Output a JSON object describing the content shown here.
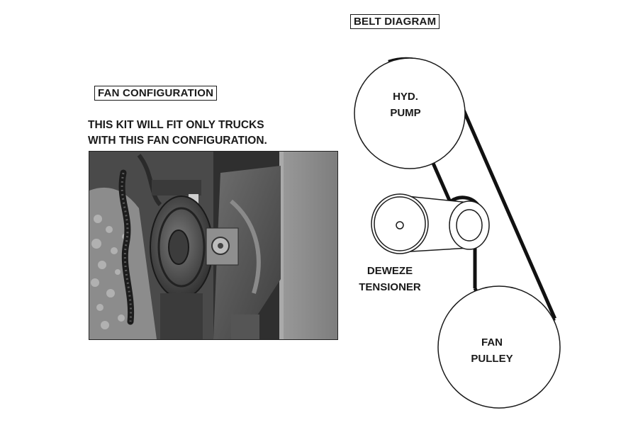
{
  "fan_section": {
    "title": "FAN CONFIGURATION",
    "note_line1": "THIS KIT WILL FIT ONLY TRUCKS",
    "note_line2": "WITH THIS FAN CONFIGURATION."
  },
  "belt_section": {
    "title": "BELT DIAGRAM",
    "pump_line1": "HYD.",
    "pump_line2": "PUMP",
    "tensioner_line1": "DEWEZE",
    "tensioner_line2": "TENSIONER",
    "fan_pulley_line1": "FAN",
    "fan_pulley_line2": "PULLEY"
  },
  "colors": {
    "ink": "#1a1a1a",
    "belt": "#111111",
    "background": "#ffffff"
  }
}
